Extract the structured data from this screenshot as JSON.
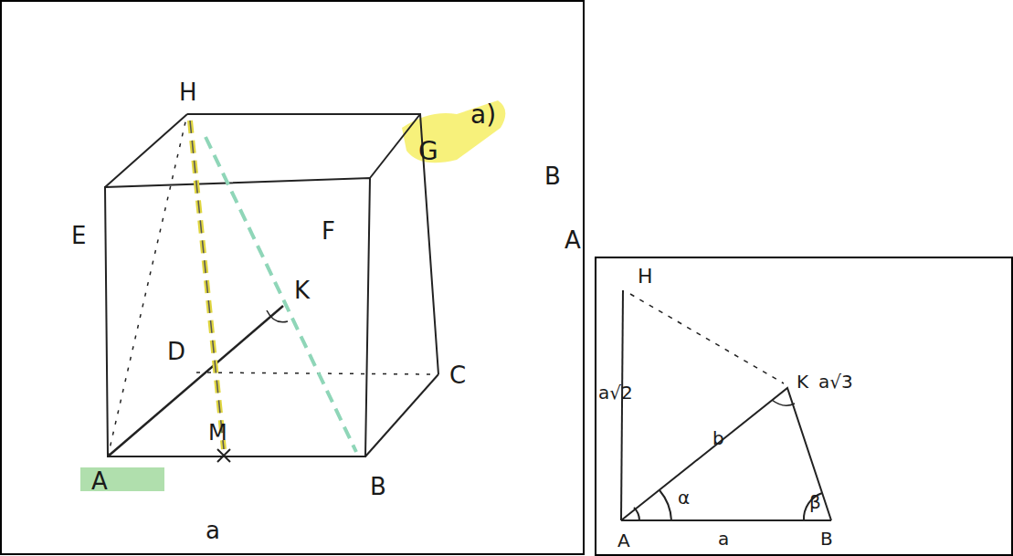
{
  "diagram": {
    "labels": [
      "H",
      "G",
      "a)",
      "E",
      "F",
      "K",
      "D",
      "C",
      "M",
      "A",
      "a",
      "B",
      "B",
      "A",
      "H",
      "a√2",
      "b",
      "K",
      "a√3",
      "α",
      "β",
      "A",
      "a",
      "B"
    ]
  }
}
